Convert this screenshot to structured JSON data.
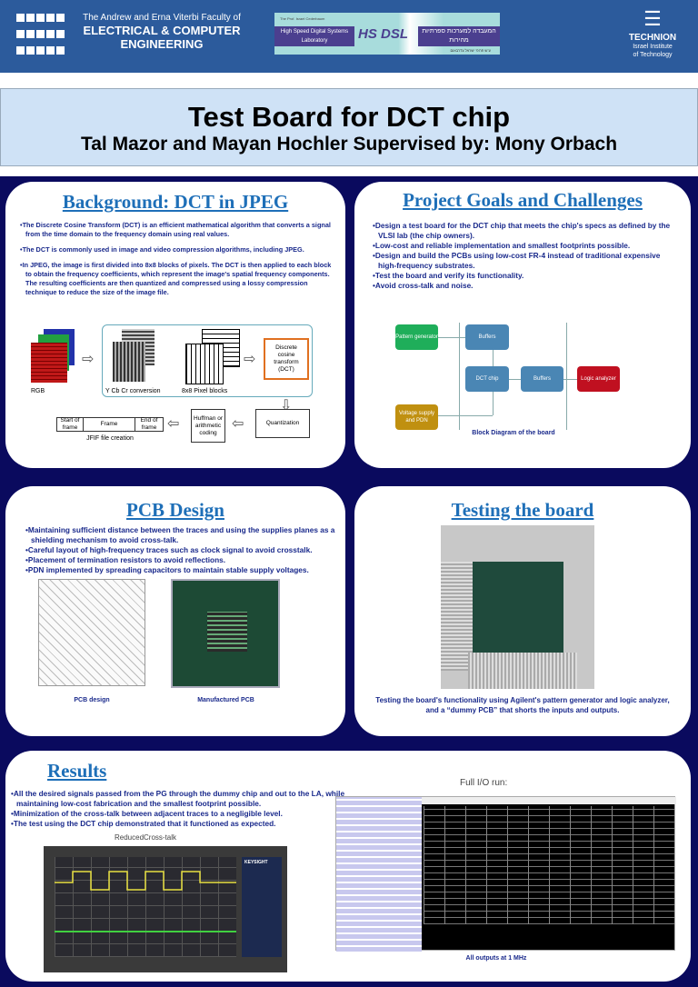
{
  "header": {
    "faculty_line1": "The Andrew and Erna Viterbi Faculty of",
    "faculty_line2": "ELECTRICAL & COMPUTER",
    "faculty_line3": "ENGINEERING",
    "lab_prefix": "The Prof. Israel Cederbaum",
    "lab_name_en": "High Speed Digital Systems Laboratory",
    "lab_logo": "HS DSL",
    "lab_name_he": "המעבדה למערכות ספרתיות מהירות",
    "lab_sub_he": "ע\"ש פרופ' ישראל צדרבאום",
    "technion_name": "TECHNION",
    "technion_sub1": "Israel Institute",
    "technion_sub2": "of Technology"
  },
  "title": {
    "main": "Test Board for DCT chip",
    "sub": "Tal Mazor and Mayan Hochler Supervised by: Mony Orbach"
  },
  "background": {
    "title": "Background: DCT in JPEG",
    "bullets": [
      "The Discrete Cosine Transform (DCT) is an efficient mathematical algorithm that converts a signal from the time domain to the frequency domain using real values.",
      "The DCT is commonly used in image and video compression algorithms, including JPEG.",
      "In JPEG, the image is first divided into 8x8 blocks of pixels. The DCT is then applied to each block to obtain the frequency coefficients, which represent the image's spatial frequency components. The resulting coefficients are then quantized and compressed using a lossy compression technique to reduce the size of the image file."
    ],
    "diagram": {
      "rgb": "RGB",
      "ycbcr": "Y Cb Cr conversion",
      "blocks": "8x8 Pixel blocks",
      "dct": "Discrete cosine transform (DCT)",
      "quant": "Quantization",
      "huffman": "Huffman or arithmetic coding",
      "start": "Start of frame",
      "frame": "Frame",
      "end": "End of frame",
      "jfif": "JFIF file creation"
    }
  },
  "goals": {
    "title": "Project Goals and Challenges",
    "bullets": [
      "Design a test board for the DCT chip that meets the chip's specs as defined by the VLSI lab (the chip owners).",
      "Low-cost and reliable implementation and smallest footprints possible.",
      "Design and build the PCBs using low-cost FR-4 instead of traditional expensive high-frequency substrates.",
      "Test the board and verify its functionality.",
      "Avoid cross-talk and noise."
    ],
    "diagram": {
      "pattern": "Pattern generator",
      "buffers1": "Buffers",
      "dct": "DCT chip",
      "buffers2": "Buffers",
      "logic": "Logic analyzer",
      "voltage": "Voltage supply and PDN",
      "caption": "Block Diagram of the board"
    },
    "colors": {
      "pattern": "#1fae5a",
      "buffer": "#4a86b4",
      "logic": "#c01020",
      "voltage": "#c09010"
    }
  },
  "pcb": {
    "title": "PCB Design",
    "bullets": [
      "Maintaining sufficient distance between the traces and using the supplies planes as a shielding mechanism to avoid cross-talk.",
      "Careful layout of high-frequency traces such as clock signal to avoid crosstalk.",
      "Placement of termination resistors to avoid reflections.",
      "PDN implemented by spreading capacitors to maintain stable supply voltages."
    ],
    "cap1": "PCB design",
    "cap2": "Manufactured PCB"
  },
  "testing": {
    "title": "Testing the board",
    "caption": "Testing the board's functionality using Agilent's pattern generator and logic analyzer, and a “dummy PCB” that shorts the inputs and outputs."
  },
  "results": {
    "title": "Results",
    "bullets": [
      "All the desired signals passed from the PG through the dummy chip and out to the LA, while maintaining low-cost fabrication and the smallest footprint possible.",
      "Minimization of the cross-talk between adjacent traces to a negligible level.",
      "The test using the DCT chip demonstrated that it functioned as expected."
    ],
    "scope_title": "ReducedCross-talk",
    "scope_brand": "KEYSIGHT",
    "io_title": "Full I/O run:",
    "io_caption": "All outputs at 1 MHz"
  },
  "colors": {
    "header": "#2c5b9c",
    "navy": "#0a0a5e",
    "title_bg": "#cfe2f6",
    "heading": "#1e6fb8",
    "text": "#1a2a8c"
  }
}
